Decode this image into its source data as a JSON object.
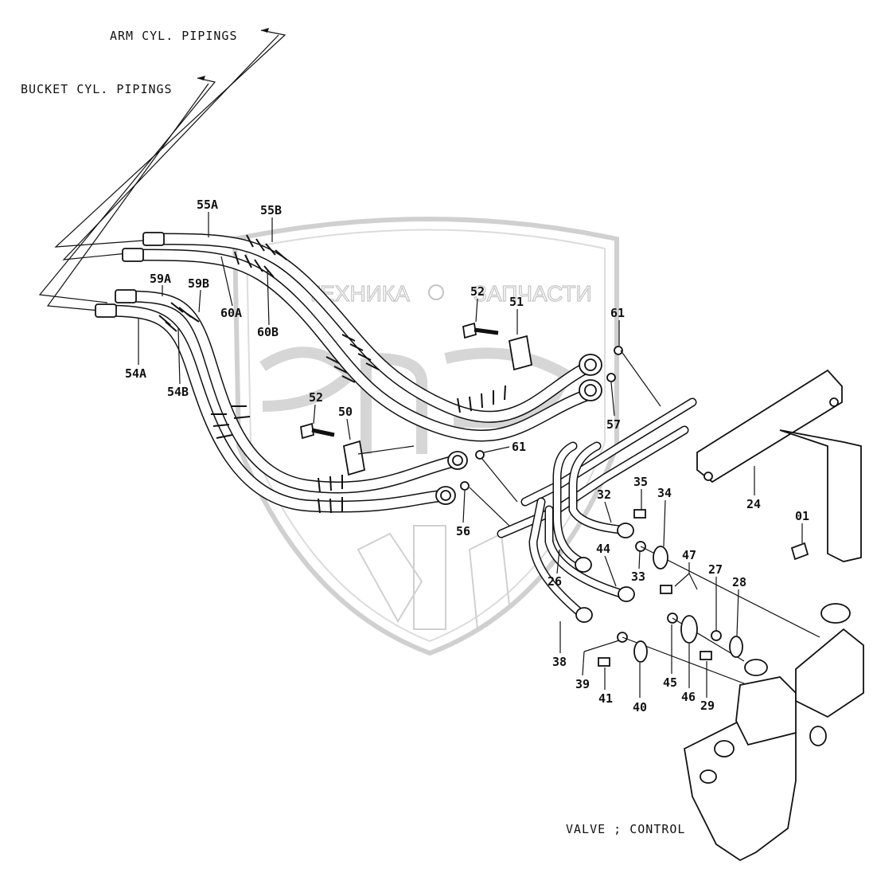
{
  "titles": {
    "arm": "ARM CYL. PIPINGS",
    "bucket": "BUCKET CYL. PIPINGS",
    "valve": "VALVE ; CONTROL"
  },
  "watermark": {
    "left": "ТЕХНИКА",
    "right": "ЗАПЧАСТИ"
  },
  "callouts": {
    "c55A": "55A",
    "c55B": "55B",
    "c59A": "59A",
    "c59B": "59B",
    "c60A": "60A",
    "c60B": "60B",
    "c54A": "54A",
    "c54B": "54B",
    "c52a": "52",
    "c51": "51",
    "c61a": "61",
    "c52b": "52",
    "c50": "50",
    "c61b": "61",
    "c57": "57",
    "c56": "56",
    "c32": "32",
    "c35": "35",
    "c34": "34",
    "c24": "24",
    "c01": "01",
    "c44": "44",
    "c33": "33",
    "c47": "47",
    "c26": "26",
    "c27": "27",
    "c28": "28",
    "c38": "38",
    "c39": "39",
    "c41": "41",
    "c40": "40",
    "c45": "45",
    "c46": "46",
    "c29": "29"
  }
}
